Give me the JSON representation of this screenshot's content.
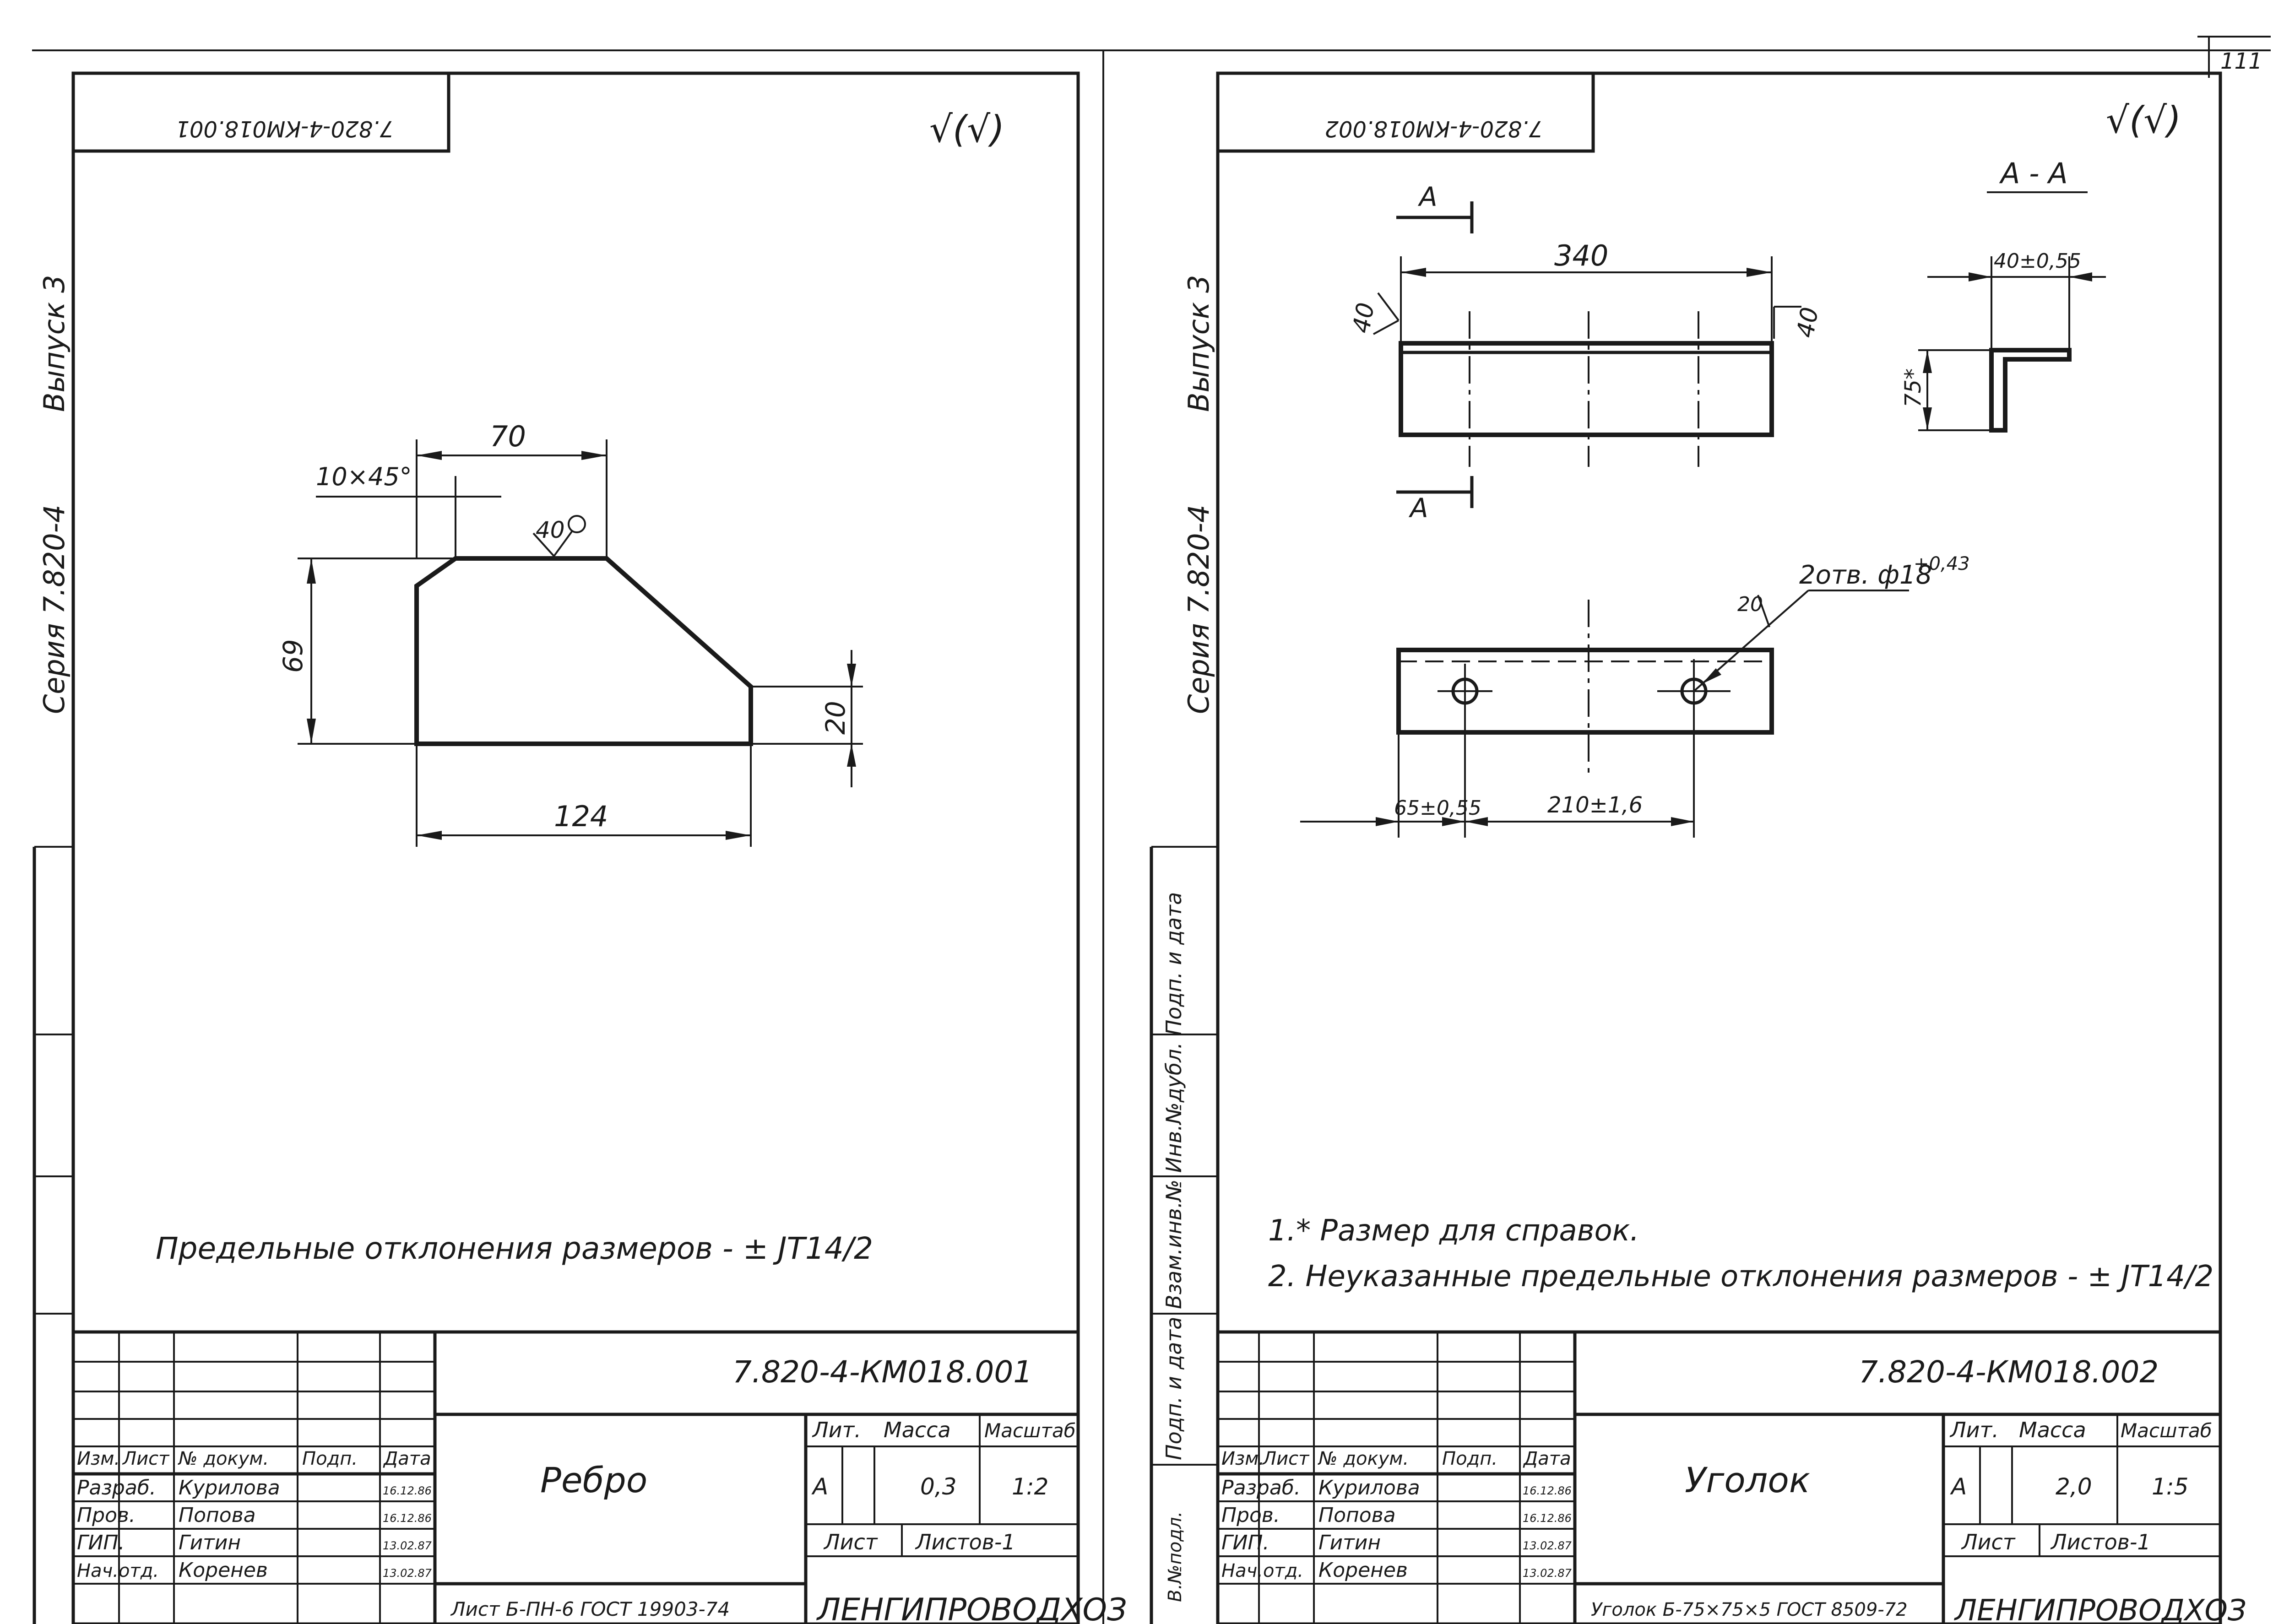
{
  "sheet_number": "111",
  "vertical_labels": {
    "series_left": "Серия  7.820-4",
    "issue_left": "Выпуск 3",
    "series_right": "Серия  7.820-4",
    "issue_right": "Выпуск 3",
    "stamp_right": "Взам.инв.№ Инв.№дубл. Подп. и дата",
    "stamp_right_lower": "Подп. и дата",
    "stamp_right_bottom": "В.№подл."
  },
  "left_sheet": {
    "top_code": "7.820-4-КМ018.001",
    "roughness": "√(√)",
    "dimensions": {
      "top_width": "70",
      "chamfer": "10×45°",
      "roughness_mark": "40",
      "height": "69",
      "right_height": "20",
      "bottom_width": "124"
    },
    "note": "Предельные отклонения размеров - ± JT14/2",
    "title_block": {
      "code": "7.820-4-КМ018.001",
      "name": "Ребро",
      "headers": [
        "Изм.",
        "Лист",
        "№ докум.",
        "Подп.",
        "Дата"
      ],
      "rows": [
        {
          "role": "Разраб.",
          "name": "Курилова",
          "date": "16.12.86"
        },
        {
          "role": "Пров.",
          "name": "Попова",
          "date": "16.12.86"
        },
        {
          "role": "ГИП.",
          "name": "Гитин",
          "date": "13.02.87"
        },
        {
          "role": "Нач.отд.",
          "name": "Коренев",
          "date": "13.02.87"
        }
      ],
      "lit_label": "Лит.",
      "mass_label": "Масса",
      "scale_label": "Масштаб",
      "lit_value": "А",
      "mass_value": "0,3",
      "scale_value": "1:2",
      "sheet_label": "Лист",
      "sheets_label": "Листов-1",
      "material": "Лист Б-ПН-6  ГОСТ 19903-74",
      "org": "ЛЕНГИПРОВОДХОЗ"
    }
  },
  "right_sheet": {
    "top_code": "7.820-4-КМ018.002",
    "roughness": "√(√)",
    "section_label": "А - А",
    "section_mark": "А",
    "dimensions": {
      "length": "340",
      "left_size": "40",
      "right_size": "40",
      "section_width": "40±0,55",
      "section_height": "75*",
      "holes": "2отв. ф18",
      "holes_tol": "+0,43",
      "hole_mark": "20",
      "edge_offset": "65±0,55",
      "hole_spacing": "210±1,6"
    },
    "notes": [
      "1.* Размер для     справок.",
      "2.  Неуказанные предельные отклонения размеров - ± JT14/2"
    ],
    "title_block": {
      "code": "7.820-4-КМ018.002",
      "name": "Уголок",
      "headers": [
        "Изм.",
        "Лист",
        "№ докум.",
        "Подп.",
        "Дата"
      ],
      "rows": [
        {
          "role": "Разраб.",
          "name": "Курилова",
          "date": "16.12.86"
        },
        {
          "role": "Пров.",
          "name": "Попова",
          "date": "16.12.86"
        },
        {
          "role": "ГИП.",
          "name": "Гитин",
          "date": "13.02.87"
        },
        {
          "role": "Нач.отд.",
          "name": "Коренев",
          "date": "13.02.87"
        }
      ],
      "lit_label": "Лит.",
      "mass_label": "Масса",
      "scale_label": "Масштаб",
      "lit_value": "А",
      "mass_value": "2,0",
      "scale_value": "1:5",
      "sheet_label": "Лист",
      "sheets_label": "Листов-1",
      "material": "Уголок Б-75×75×5 ГОСТ 8509-72",
      "org": "ЛЕНГИПРОВОДХОЗ"
    }
  }
}
